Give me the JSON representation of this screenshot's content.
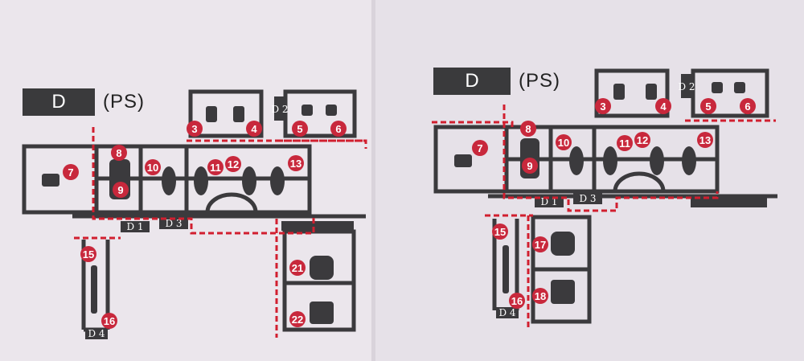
{
  "left": {
    "letter": "D",
    "material": "(PS)",
    "tags": [
      "D 2",
      "D 1",
      "D 3",
      "D 4"
    ],
    "callouts": [
      "3",
      "4",
      "5",
      "6",
      "7",
      "8",
      "9",
      "10",
      "11",
      "12",
      "13",
      "15",
      "16",
      "21",
      "22"
    ]
  },
  "right": {
    "letter": "D",
    "material": "(PS)",
    "tags": [
      "D 2",
      "D 1",
      "D 3",
      "D 4"
    ],
    "callouts": [
      "3",
      "4",
      "5",
      "6",
      "7",
      "8",
      "9",
      "10",
      "11",
      "12",
      "13",
      "15",
      "16",
      "17",
      "18"
    ]
  },
  "colors": {
    "runner": "#3b3a3d",
    "callout": "#c8283c",
    "cutline": "#d11f2f",
    "header_box": "#3a3a3c"
  }
}
